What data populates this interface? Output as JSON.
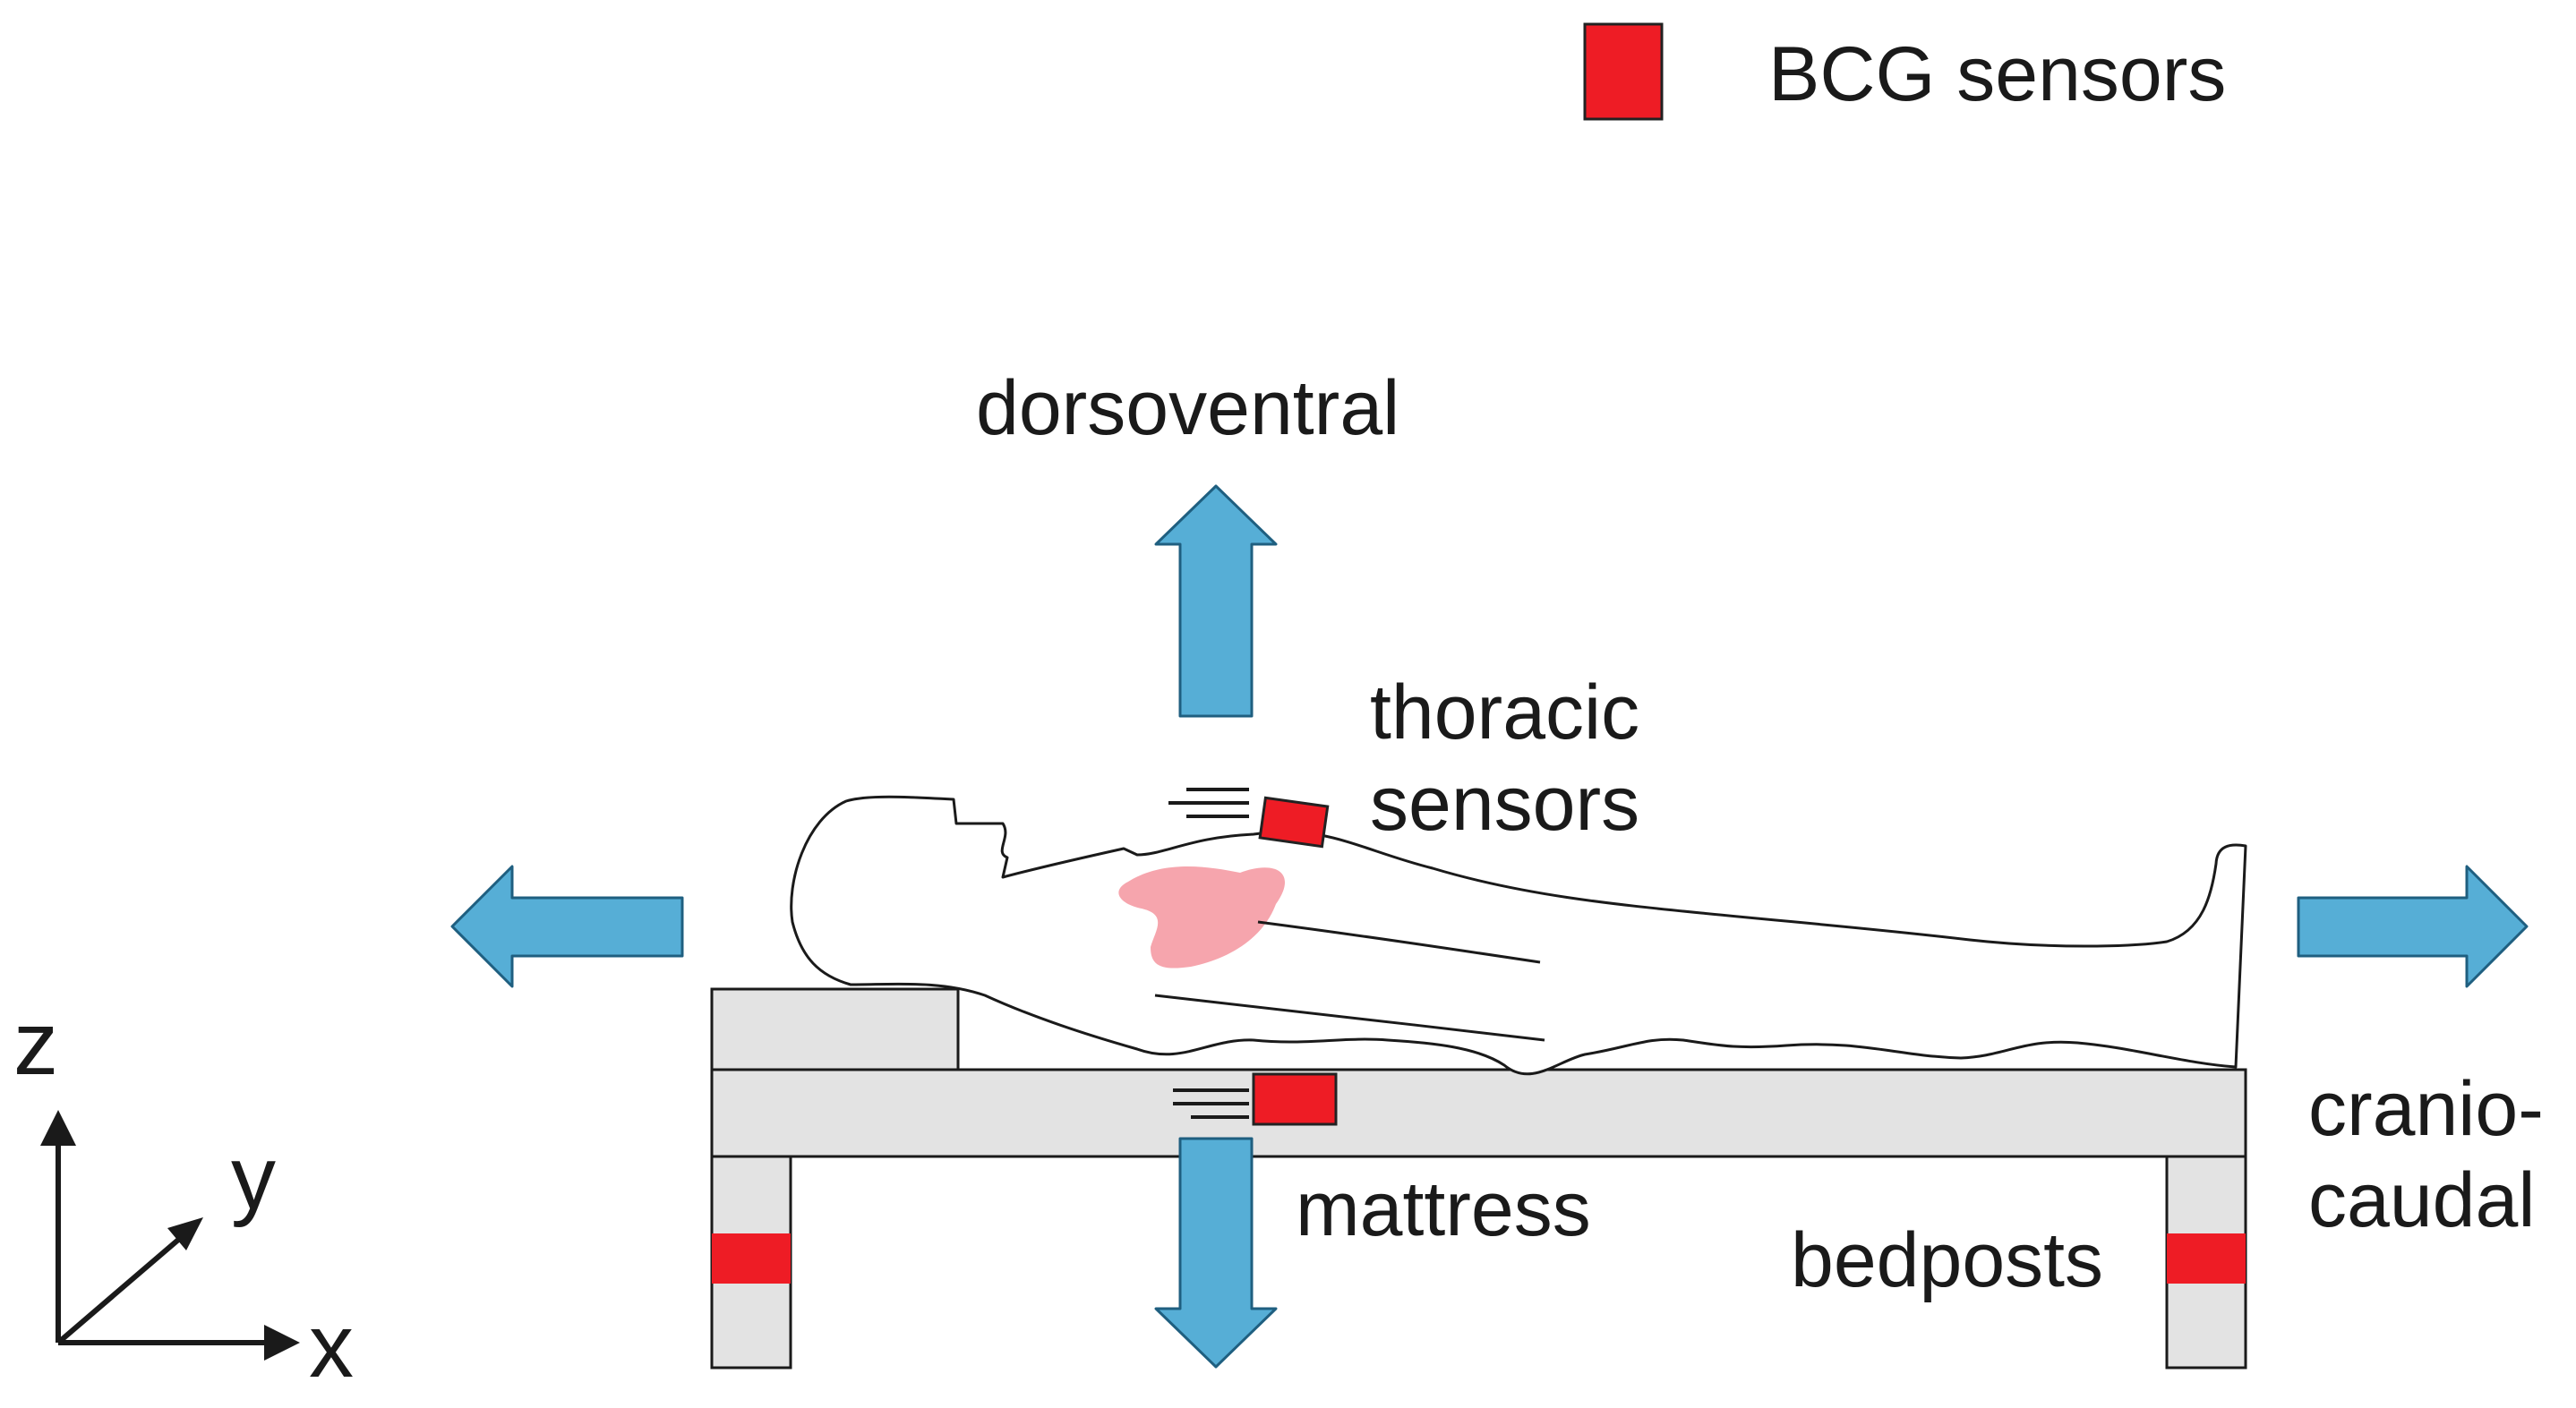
{
  "legend": {
    "label": "BCG sensors"
  },
  "labels": {
    "dorsoventral": "dorsoventral",
    "thoracic_line1": "thoracic",
    "thoracic_line2": "sensors",
    "mattress": "mattress",
    "bedposts": "bedposts",
    "craniocaudal_line1": "cranio-",
    "craniocaudal_line2": "caudal"
  },
  "axes": {
    "z": "z",
    "y": "y",
    "x": "x"
  },
  "colors": {
    "sensor": "#ee1c25",
    "arrow_fill": "#56aed6",
    "arrow_stroke": "#1f5f80",
    "bed_fill": "#e3e3e3",
    "heart": "#f6a5ad",
    "outline": "#1a1a1a"
  }
}
